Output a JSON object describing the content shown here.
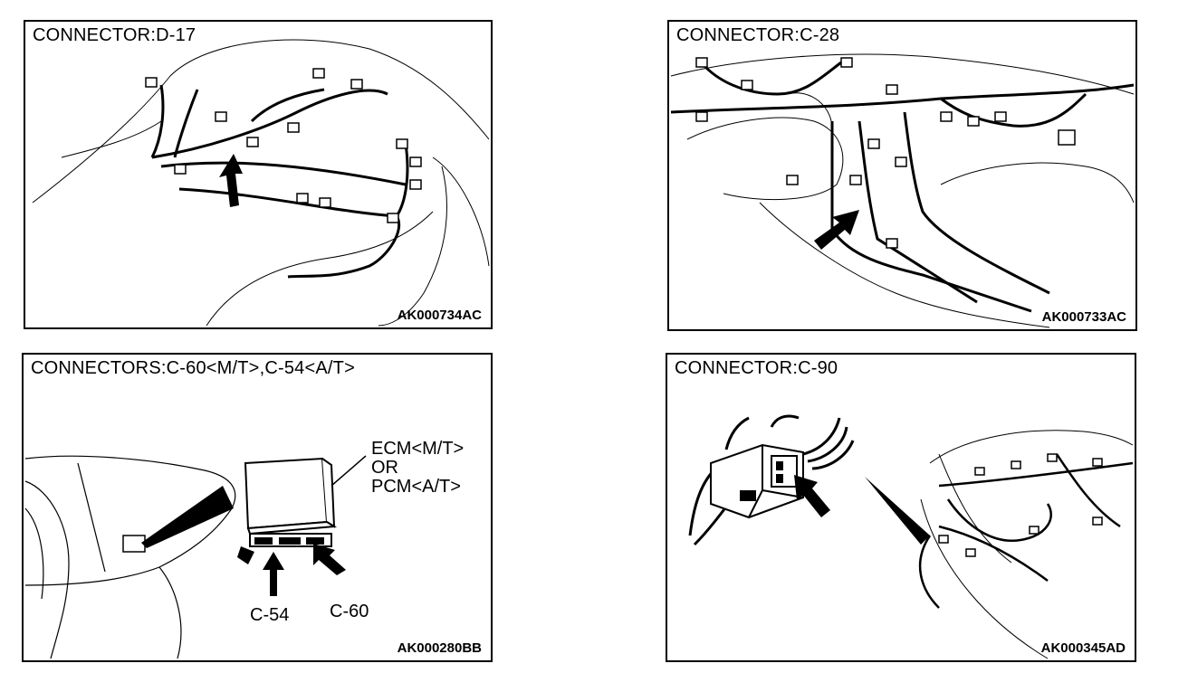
{
  "panels": [
    {
      "title": "CONNECTOR:D-17",
      "code": "AK000734AC"
    },
    {
      "title": "CONNECTOR:C-28",
      "code": "AK000733AC"
    },
    {
      "title": "CONNECTORS:C-60<M/T>,C-54<A/T>",
      "code": "AK000280BB",
      "labels": {
        "ecm_line1": "ECM<M/T>",
        "ecm_line2": "OR",
        "ecm_line3": "PCM<A/T>",
        "c54": "C-54",
        "c60": "C-60"
      }
    },
    {
      "title": "CONNECTOR:C-90",
      "code": "AK000345AD"
    }
  ]
}
